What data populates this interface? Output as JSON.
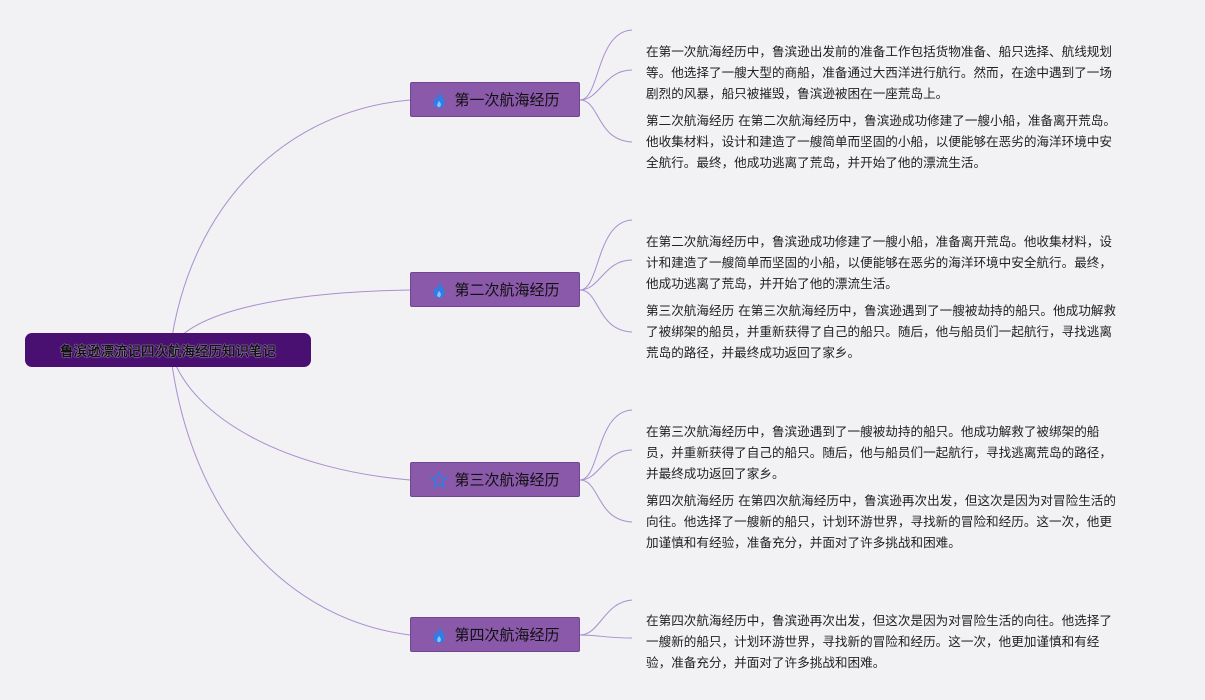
{
  "root": {
    "title": "鲁滨逊漂流记四次航海经历知识笔记"
  },
  "branches": [
    {
      "label": "第一次航海经历",
      "icon": "flame-icon",
      "icon_color": "#2f7de6",
      "notes": [
        "在第一次航海经历中，鲁滨逊出发前的准备工作包括货物准备、船只选择、航线规划等。他选择了一艘大型的商船，准备通过大西洋进行航行。然而，在途中遇到了一场剧烈的风暴，船只被摧毁，鲁滨逊被困在一座荒岛上。",
        "第二次航海经历 在第二次航海经历中，鲁滨逊成功修建了一艘小船，准备离开荒岛。他收集材料，设计和建造了一艘简单而坚固的小船，以便能够在恶劣的海洋环境中安全航行。最终，他成功逃离了荒岛，并开始了他的漂流生活。"
      ]
    },
    {
      "label": "第二次航海经历",
      "icon": "flame-icon",
      "icon_color": "#2f7de6",
      "notes": [
        "在第二次航海经历中，鲁滨逊成功修建了一艘小船，准备离开荒岛。他收集材料，设计和建造了一艘简单而坚固的小船，以便能够在恶劣的海洋环境中安全航行。最终，他成功逃离了荒岛，并开始了他的漂流生活。",
        "第三次航海经历 在第三次航海经历中，鲁滨逊遇到了一艘被劫持的船只。他成功解救了被绑架的船员，并重新获得了自己的船只。随后，他与船员们一起航行，寻找逃离荒岛的路径，并最终成功返回了家乡。"
      ]
    },
    {
      "label": "第三次航海经历",
      "icon": "star-icon",
      "icon_color": "#2f7de6",
      "notes": [
        "在第三次航海经历中，鲁滨逊遇到了一艘被劫持的船只。他成功解救了被绑架的船员，并重新获得了自己的船只。随后，他与船员们一起航行，寻找逃离荒岛的路径，并最终成功返回了家乡。",
        "第四次航海经历 在第四次航海经历中，鲁滨逊再次出发，但这次是因为对冒险生活的向往。他选择了一艘新的船只，计划环游世界，寻找新的冒险和经历。这一次，他更加谨慎和有经验，准备充分，并面对了许多挑战和困难。"
      ]
    },
    {
      "label": "第四次航海经历",
      "icon": "flame-icon",
      "icon_color": "#2f7de6",
      "notes": [
        "在第四次航海经历中，鲁滨逊再次出发，但这次是因为对冒险生活的向往。他选择了一艘新的船只，计划环游世界，寻找新的冒险和经历。这一次，他更加谨慎和有经验，准备充分，并面对了许多挑战和困难。"
      ]
    }
  ],
  "colors": {
    "background": "#f2f1f4",
    "root_fill": "#4a1071",
    "branch_fill": "#8a59a9",
    "connector": "#a98fd0"
  }
}
